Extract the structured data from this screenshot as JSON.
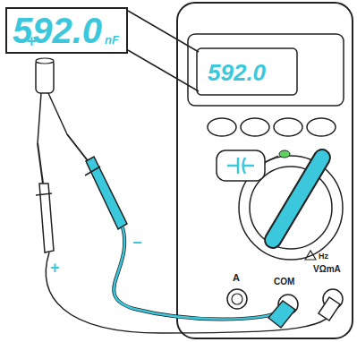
{
  "diagram": {
    "nodes": [
      {
        "text": [
          "592.0",
          "nF"
        ]
      },
      {
        "text": [
          "592.0"
        ]
      }
    ],
    "labels": [
      "+",
      "−",
      "+",
      "−",
      "A",
      "COM",
      "Hz",
      "VΩmA"
    ]
  }
}
